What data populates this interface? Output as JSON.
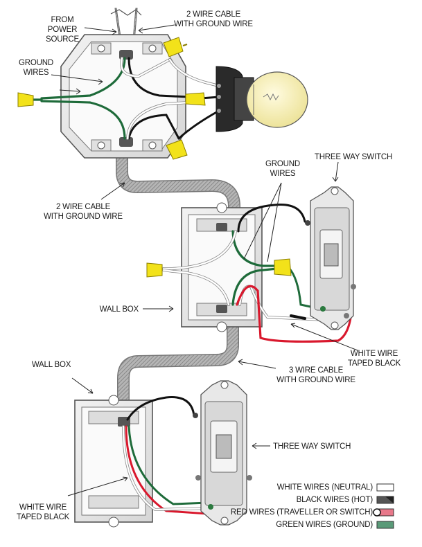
{
  "labels": {
    "from_power_source": [
      "FROM",
      "POWER",
      "SOURCE"
    ],
    "cable_top": [
      "2 WIRE CABLE",
      "WITH GROUND WIRE"
    ],
    "ground_wires_top": [
      "GROUND",
      "WIRES"
    ],
    "cable_mid": [
      "2 WIRE CABLE",
      "WITH GROUND WIRE"
    ],
    "ground_wires_mid": [
      "GROUND",
      "WIRES"
    ],
    "three_way_switch_top": "THREE WAY SWITCH",
    "wall_box_mid": "WALL BOX",
    "white_wire_taped_black_right": [
      "WHITE WIRE",
      "TAPED BLACK"
    ],
    "cable_3wire": [
      "3 WIRE CABLE",
      "WITH GROUND WIRE"
    ],
    "wall_box_bottom": "WALL BOX",
    "three_way_switch_bottom": "THREE WAY SWITCH",
    "white_wire_taped_black_left": [
      "WHITE WIRE",
      "TAPED BLACK"
    ]
  },
  "legend": [
    {
      "label": "WHITE WIRES (NEUTRAL)",
      "color": "#ffffff"
    },
    {
      "label": "BLACK WIRES (HOT)",
      "color": "#555555"
    },
    {
      "label": "RED WIRES (TRAVELLER OR SWITCH)",
      "color": "#e8788a"
    },
    {
      "label": "GREEN WIRES (GROUND)",
      "color": "#5a9a78"
    }
  ],
  "colors": {
    "black_wire": "#1a1a1a",
    "white_wire": "#ffffff",
    "red_wire": "#d9182d",
    "green_wire": "#1e6b3a",
    "wire_nut": "#f2e21a",
    "conduit": "#9a9a9a",
    "bulb": "#f7f0b8",
    "socket": "#2a2a2a"
  }
}
